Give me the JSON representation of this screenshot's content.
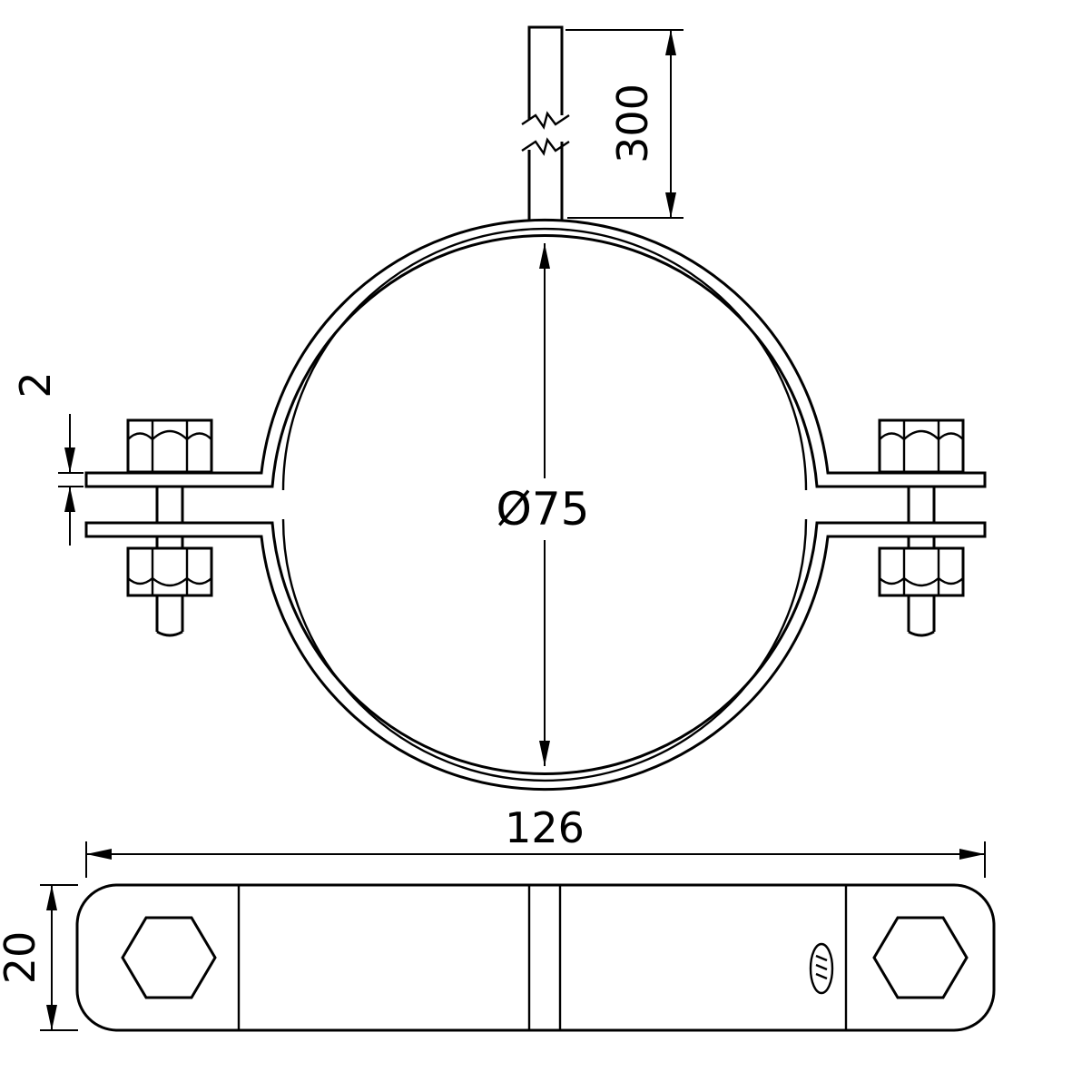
{
  "drawing": {
    "kind": "technical-dimension-drawing",
    "colors": {
      "line": "#000000",
      "background": "#ffffff"
    },
    "labels": {
      "rod_length": "300",
      "flange_thickness": "2",
      "inner_diameter": "Ø75",
      "overall_width": "126",
      "band_height": "20"
    }
  }
}
